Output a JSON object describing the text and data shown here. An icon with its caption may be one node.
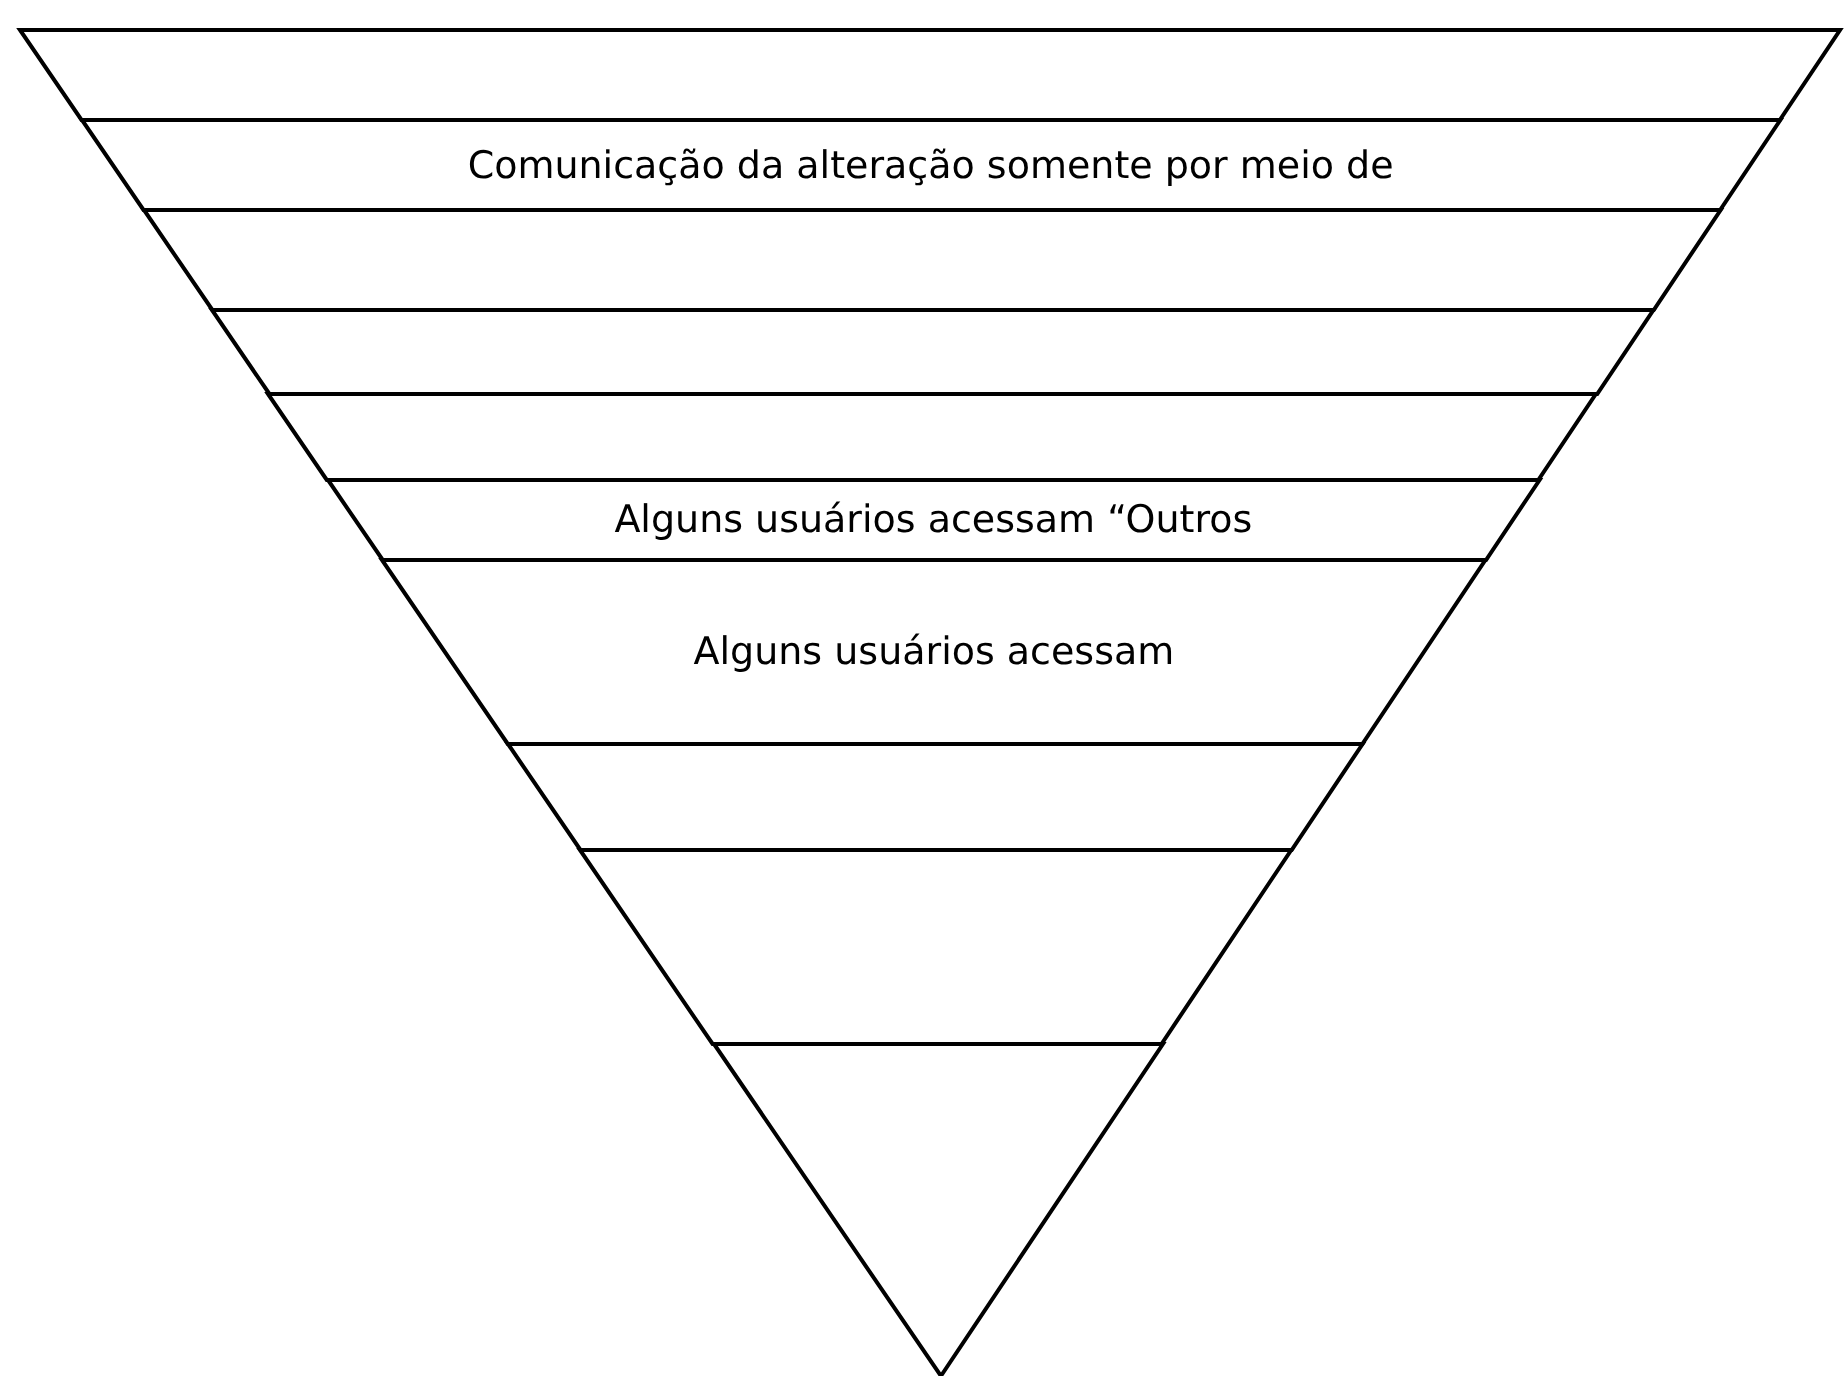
{
  "diagram": {
    "nodes": [
      {
        "text": [],
        "shape": "bar"
      },
      {
        "text": [
          "Comunicação da alteração somente por meio de"
        ]
      },
      {
        "text": [],
        "shape": "bar"
      },
      {
        "text": [],
        "shape": "bar"
      },
      {
        "text": [],
        "shape": "bar"
      },
      {
        "text": [
          "Alguns usuários acessam “Outros"
        ]
      },
      {
        "text": [
          "Alguns usuários acessam"
        ]
      },
      {
        "text": [],
        "shape": "bar"
      },
      {
        "text": [],
        "shape": "bar"
      },
      {
        "text": [],
        "shape": "triangle"
      }
    ]
  }
}
